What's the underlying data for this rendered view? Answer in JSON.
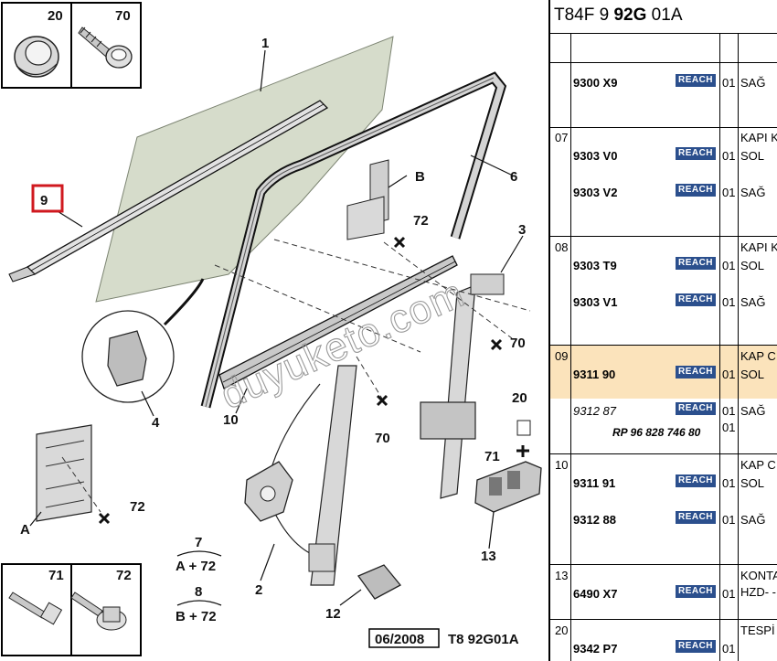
{
  "diagram": {
    "callouts": {
      "c1": "1",
      "c2": "2",
      "c3": "3",
      "c4": "4",
      "c6": "6",
      "c9": "9",
      "c10": "10",
      "c12": "12",
      "c13": "13",
      "c20": "20",
      "c70a": "70",
      "c70b": "70",
      "c71": "71",
      "c72a": "72",
      "c72b": "72",
      "cA": "A",
      "cB": "B"
    },
    "formula_7": {
      "num": "7",
      "expr": "A + 72"
    },
    "formula_8": {
      "num": "8",
      "expr": "B + 72"
    },
    "footer": {
      "date": "06/2008",
      "code": "T8 92G01A"
    },
    "insets": {
      "top_left": {
        "label": "20"
      },
      "top_right": {
        "label": "70"
      },
      "bottom_left": {
        "label": "71"
      },
      "bottom_right": {
        "label": "72"
      }
    },
    "watermark": "duyuketo.com",
    "highlight_color": "#d0191f",
    "glass_color": "#d6dccb"
  },
  "panel": {
    "header": {
      "prefix": "T84F 9 ",
      "bold": "92G",
      "suffix": " 01A"
    },
    "reach_label": "REACH",
    "reach_color": "#2b4f8d",
    "highlight_bg": "#fbe3bb",
    "groups": [
      {
        "no": "",
        "rows": [
          {
            "ref": "9300 X9",
            "qty": "01",
            "desc": "SAĞ"
          }
        ]
      },
      {
        "no": "07",
        "title": "KAPI K",
        "rows": [
          {
            "ref": "9303 V0",
            "qty": "01",
            "desc": "SOL"
          },
          {
            "ref": "9303 V2",
            "qty": "01",
            "desc": "SAĞ"
          }
        ]
      },
      {
        "no": "08",
        "title": "KAPI K",
        "rows": [
          {
            "ref": "9303 T9",
            "qty": "01",
            "desc": "SOL"
          },
          {
            "ref": "9303 V1",
            "qty": "01",
            "desc": "SAĞ"
          }
        ]
      },
      {
        "no": "09",
        "title": "KAP C",
        "rows": [
          {
            "ref": "9311 90",
            "qty": "01",
            "desc": "SOL"
          },
          {
            "ref": "9312 87",
            "qty": "01",
            "desc": "SAĞ"
          }
        ],
        "note": "RP 96 828 746 80",
        "note_qty": "01"
      },
      {
        "no": "10",
        "title": "KAP C",
        "rows": [
          {
            "ref": "9311 91",
            "qty": "01",
            "desc": "SOL"
          },
          {
            "ref": "9312 88",
            "qty": "01",
            "desc": "SAĞ"
          }
        ]
      },
      {
        "no": "13",
        "title": "KONTA",
        "sub": "HZD- -",
        "rows": [
          {
            "ref": "6490 X7",
            "qty": "01"
          }
        ]
      },
      {
        "no": "20",
        "title": "TESPİ",
        "rows": [
          {
            "ref": "9342 P7",
            "qty": "01"
          }
        ]
      }
    ]
  }
}
